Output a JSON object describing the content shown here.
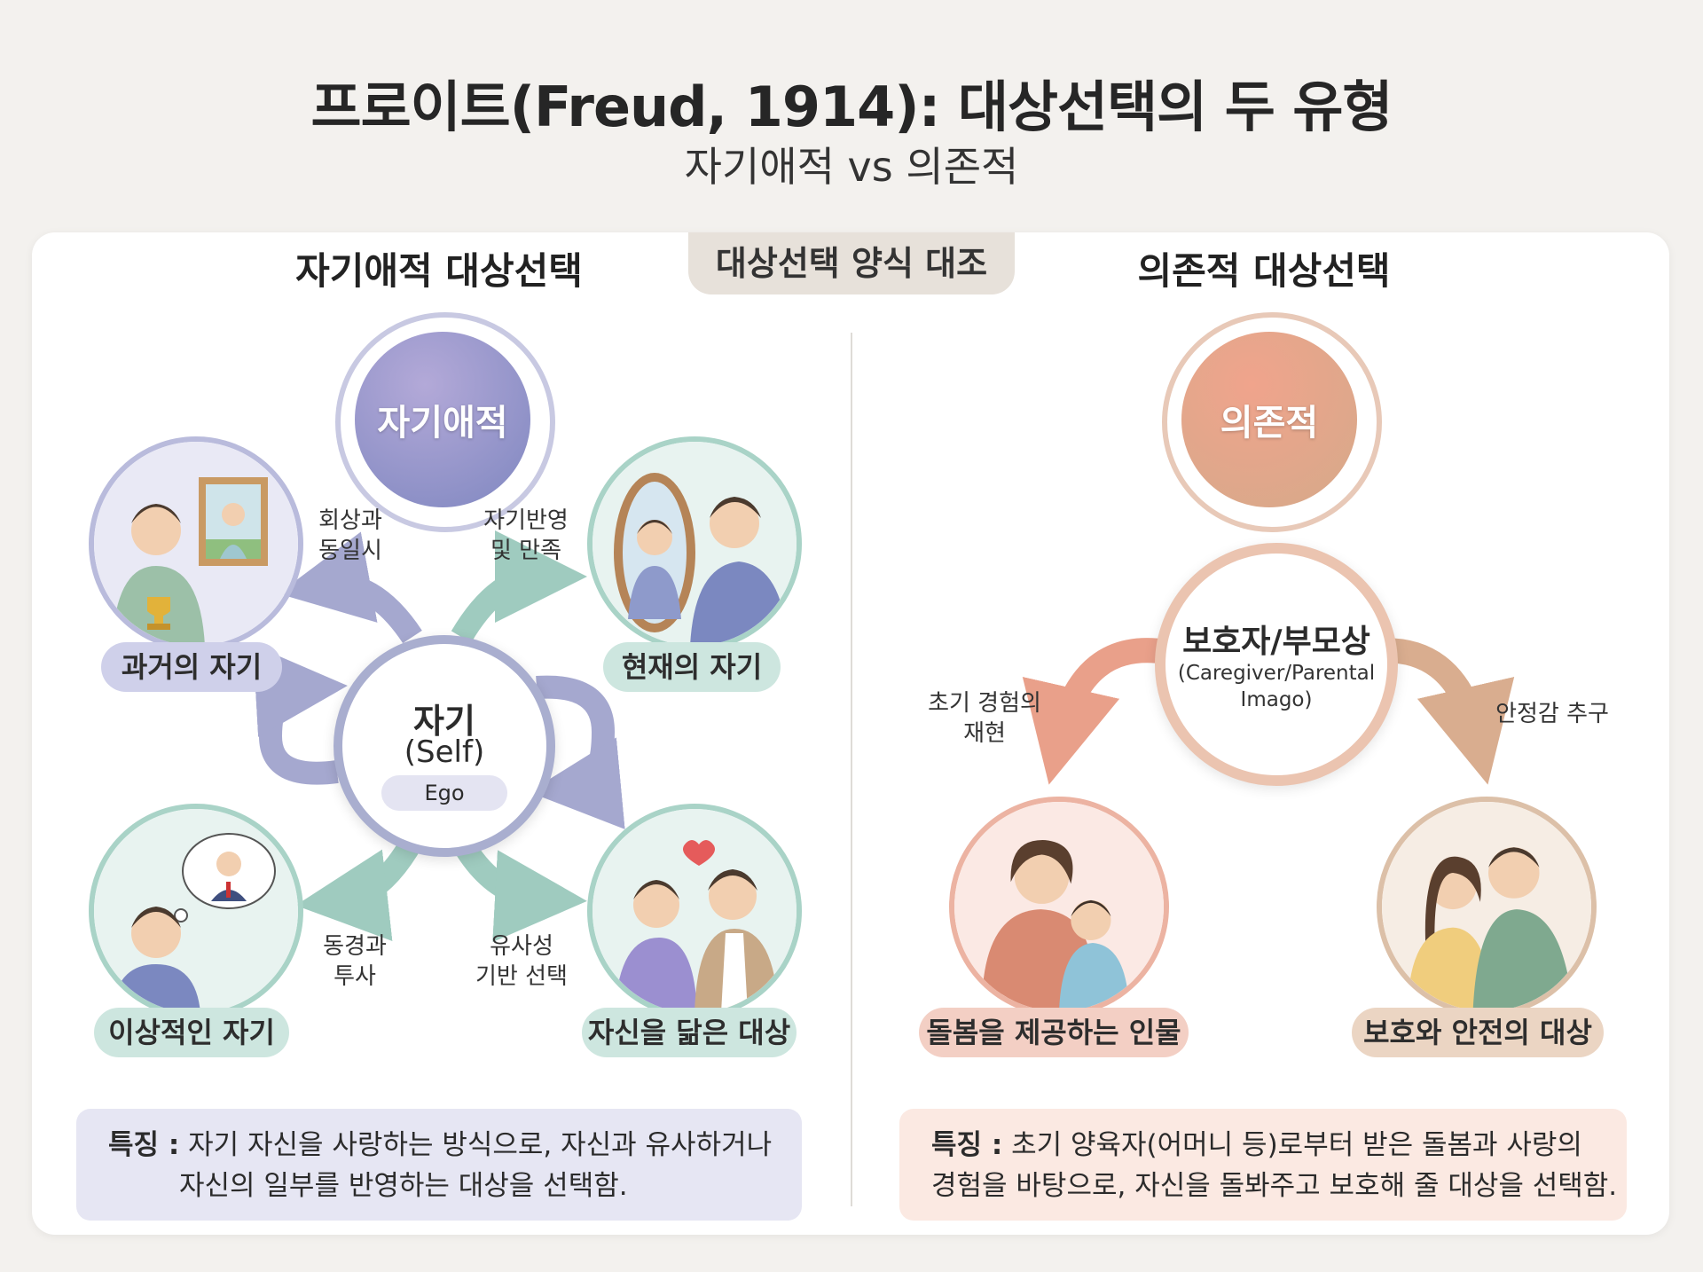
{
  "title": "프로이트(Freud, 1914): 대상선택의 두 유형",
  "subtitle": "자기애적 vs 의존적",
  "center_tab": "대상선택 양식 대조",
  "left": {
    "heading": "자기애적 대상선택",
    "sphere_label": "자기애적",
    "self": {
      "main": "자기",
      "sub": "(Self)",
      "ego": "Ego"
    },
    "nodes": [
      {
        "label": "과거의 자기",
        "color": "#cfd0ea"
      },
      {
        "label": "현재의 자기",
        "color": "#cde6df"
      },
      {
        "label": "이상적인 자기",
        "color": "#cde6df"
      },
      {
        "label": "자신을 닮은 대상",
        "color": "#cde6df"
      }
    ],
    "arrow_labels": [
      {
        "line1": "회상과",
        "line2": "동일시"
      },
      {
        "line1": "자기반영",
        "line2": "및 만족"
      },
      {
        "line1": "동경과",
        "line2": "투사"
      },
      {
        "line1": "유사성",
        "line2": "기반 선택"
      }
    ],
    "feature": {
      "label": "특징 :",
      "line1": "자기 자신을 사랑하는 방식으로, 자신과 유사하거나",
      "line2": "자신의 일부를 반영하는 대상을 선택함."
    }
  },
  "right": {
    "heading": "의존적 대상선택",
    "sphere_label": "의존적",
    "caregiver": {
      "main": "보호자/부모상",
      "sub1": "(Caregiver/Parental",
      "sub2": "Imago)"
    },
    "nodes": [
      {
        "label": "돌봄을 제공하는 인물",
        "color": "#f3cfc4"
      },
      {
        "label": "보호와 안전의 대상",
        "color": "#ebd5c3"
      }
    ],
    "arrow_labels": [
      {
        "line1": "초기 경험의",
        "line2": "재현"
      },
      {
        "line1": "안정감 추구",
        "line2": ""
      }
    ],
    "feature": {
      "label": "특징 :",
      "line1": "초기 양육자(어머니 등)로부터 받은 돌봄과 사랑의",
      "line2": "경험을 바탕으로, 자신을 돌봐주고 보호해 줄 대상을 선택함."
    }
  },
  "colors": {
    "narcissistic": "#8c8fc4",
    "mint": "#9cc9bd",
    "anaclitic": "#e49c84",
    "tan": "#d8b296"
  }
}
